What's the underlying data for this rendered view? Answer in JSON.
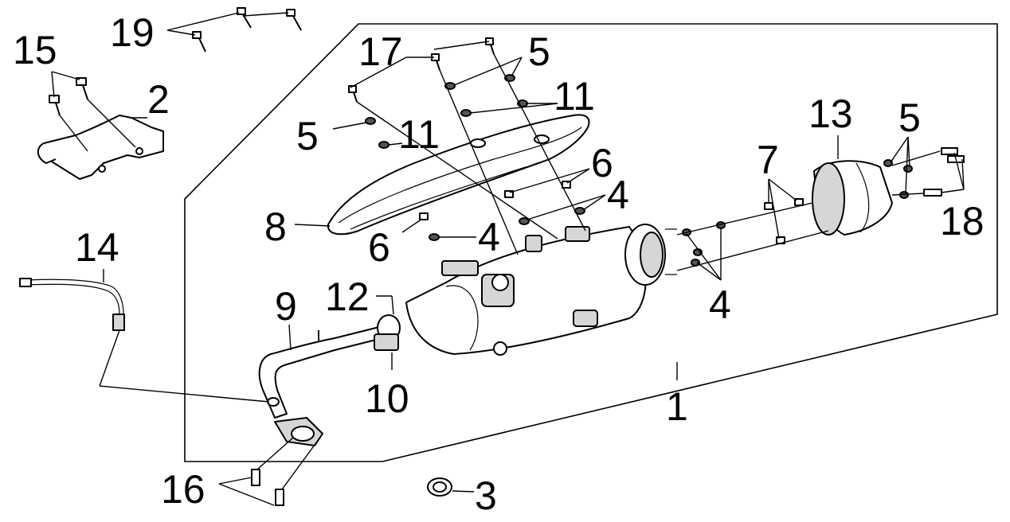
{
  "callouts": {
    "p1": "1",
    "p2": "2",
    "p3": "3",
    "p4a": "4",
    "p4b": "4",
    "p4c": "4",
    "p5a": "5",
    "p5b": "5",
    "p5c": "5",
    "p6a": "6",
    "p6b": "6",
    "p7": "7",
    "p8": "8",
    "p9": "9",
    "p10": "10",
    "p11a": "11",
    "p11b": "11",
    "p12": "12",
    "p13": "13",
    "p14": "14",
    "p15": "15",
    "p16": "16",
    "p17": "17",
    "p18": "18",
    "p19": "19"
  }
}
